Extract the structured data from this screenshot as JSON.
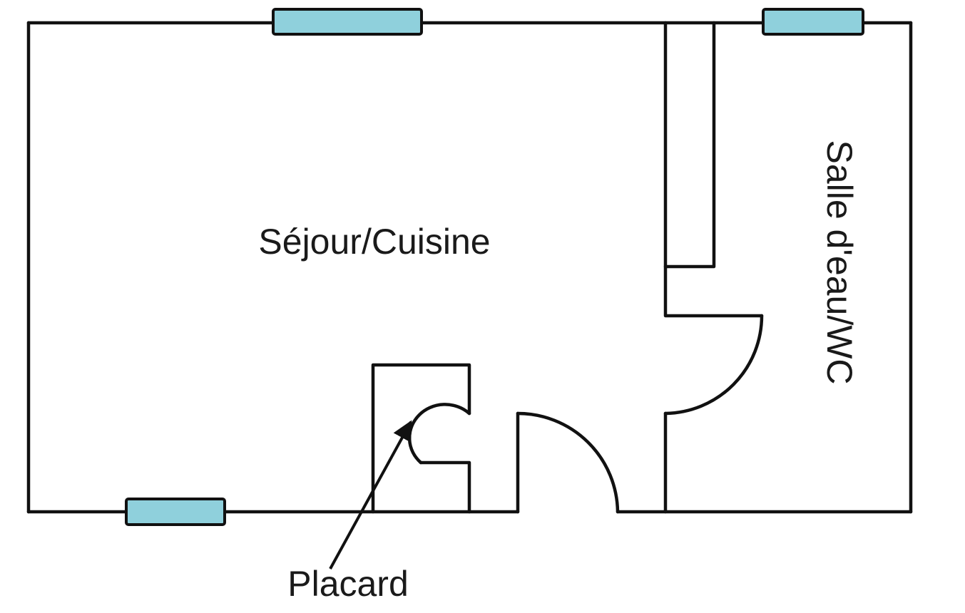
{
  "plan": {
    "rooms": [
      {
        "id": "sejour",
        "label": "Séjour/Cuisine"
      },
      {
        "id": "salle-d-eau",
        "label": "Salle d'eau/WC"
      }
    ],
    "annotations": [
      {
        "id": "placard",
        "label": "Placard"
      }
    ],
    "colors": {
      "walls": "#111111",
      "windows": "#8fd0dc",
      "text": "#1a1a1a",
      "background": "#ffffff"
    }
  }
}
